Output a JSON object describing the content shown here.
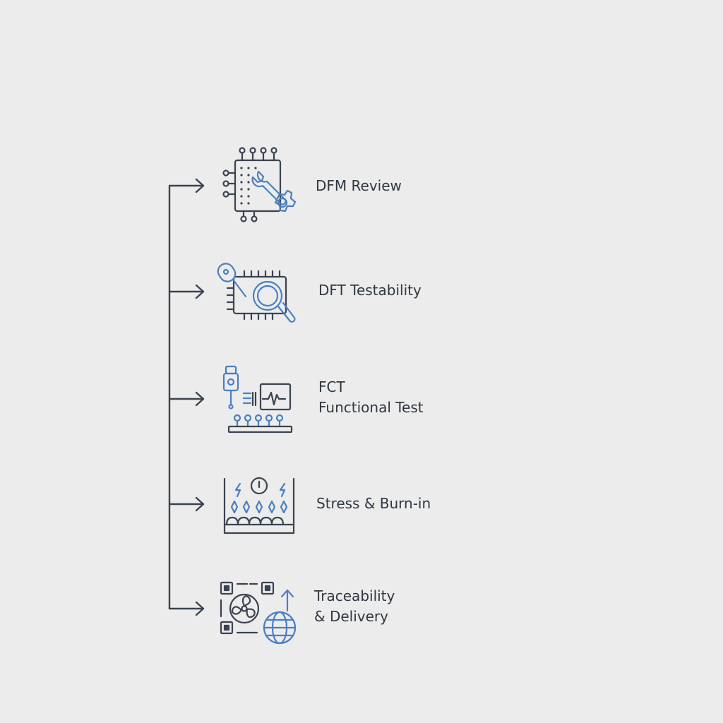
{
  "colors": {
    "background": "#ececec",
    "line": "#3b4350",
    "accent_blue": "#4a7fc1",
    "text": "#2f3742"
  },
  "steps": [
    {
      "icon": "circuit-wrench-gear-icon",
      "lines": [
        "DFM Review"
      ]
    },
    {
      "icon": "probe-chip-magnifier-icon",
      "lines": [
        "DFT Testability"
      ]
    },
    {
      "icon": "probe-waveform-board-icon",
      "lines": [
        "FCT",
        "Functional Test"
      ]
    },
    {
      "icon": "burn-in-chamber-icon",
      "lines": [
        "Stress & Burn-in"
      ]
    },
    {
      "icon": "qr-fan-globe-icon",
      "lines": [
        "Traceability",
        "& Delivery"
      ]
    }
  ]
}
